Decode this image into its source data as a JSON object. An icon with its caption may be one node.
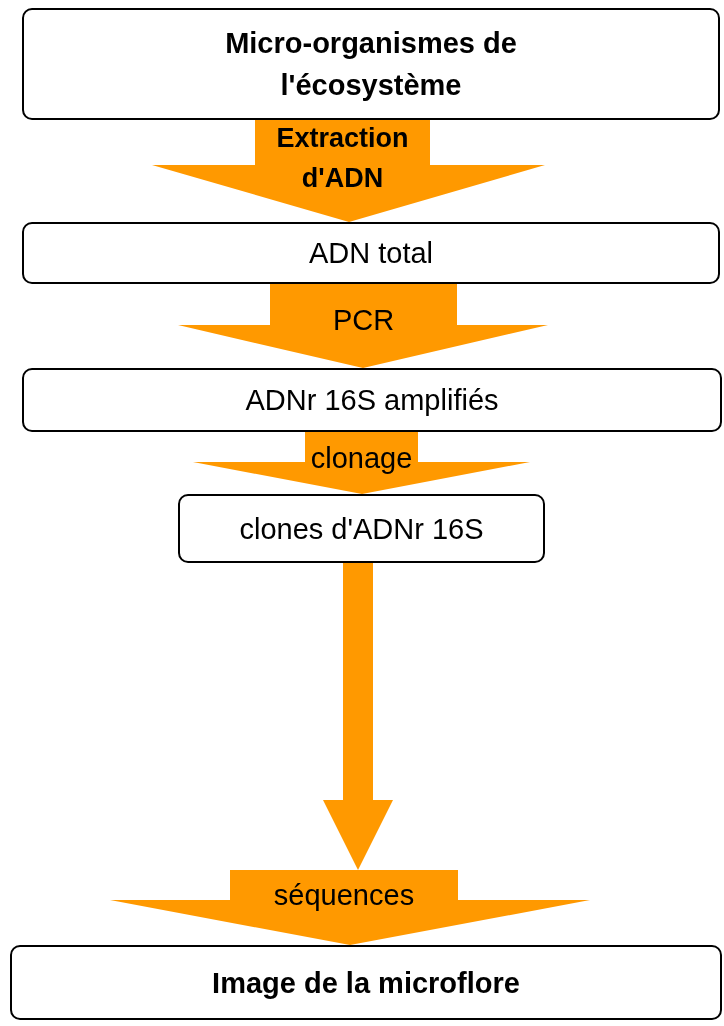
{
  "diagram": {
    "nodes": [
      {
        "text": [
          "Micro-organismes de l'écosystème"
        ]
      },
      {
        "text": [
          "ADN total"
        ]
      },
      {
        "text": [
          "ADNr 16S amplifiés"
        ]
      },
      {
        "text": [
          "clones d'ADNr 16S"
        ]
      },
      {
        "text": [
          "Image de la microflore"
        ]
      }
    ],
    "edges": [
      {
        "from": 0,
        "to": 1,
        "arrow": "to",
        "label": "Extraction d'ADN"
      },
      {
        "from": 1,
        "to": 2,
        "arrow": "to",
        "label": "PCR"
      },
      {
        "from": 2,
        "to": 3,
        "arrow": "to",
        "label": "clonage"
      },
      {
        "from": 3,
        "to": 4,
        "arrow": "to",
        "label": "séquences"
      }
    ]
  }
}
